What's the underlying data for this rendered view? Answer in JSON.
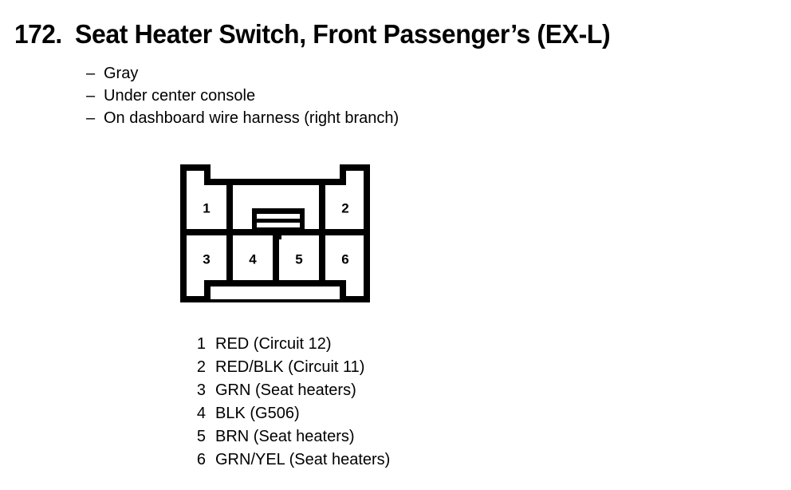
{
  "page": {
    "background_color": "#ffffff",
    "ink_color": "#000000"
  },
  "title": {
    "number": "172.",
    "text": "Seat Heater Switch, Front Passenger’s (EX-L)"
  },
  "description": {
    "dash": "–",
    "items": [
      {
        "label": "Gray"
      },
      {
        "label": "Under center console"
      },
      {
        "label": "On dashboard wire harness (right branch)"
      }
    ]
  },
  "connector": {
    "name": "6-pin connector footprint",
    "top_row_pins": [
      "1",
      "2"
    ],
    "bottom_row_pins": [
      "3",
      "4",
      "5",
      "6"
    ],
    "latch_label": "center-latch"
  },
  "pin_legend": {
    "rows": [
      {
        "pin": "1",
        "desc": "RED (Circuit 12)"
      },
      {
        "pin": "2",
        "desc": "RED/BLK (Circuit 11)"
      },
      {
        "pin": "3",
        "desc": "GRN (Seat heaters)"
      },
      {
        "pin": "4",
        "desc": "BLK (G506)"
      },
      {
        "pin": "5",
        "desc": "BRN (Seat heaters)"
      },
      {
        "pin": "6",
        "desc": "GRN/YEL (Seat heaters)"
      }
    ]
  }
}
